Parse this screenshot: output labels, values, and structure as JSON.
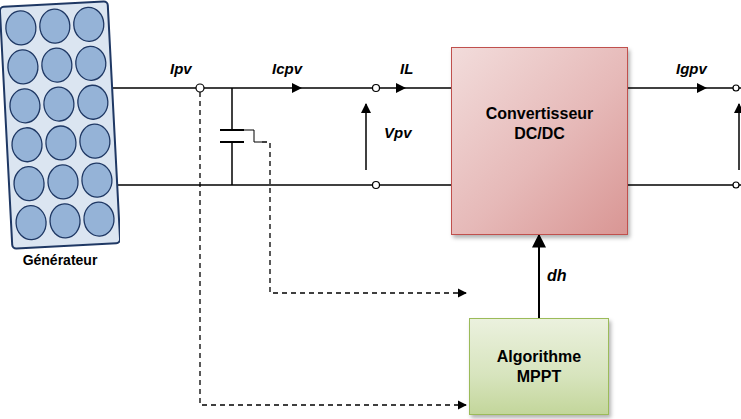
{
  "diagram": {
    "nodes": [
      {
        "text": [
          "Générateur"
        ]
      },
      {
        "text": [
          "Convertisseur DC/DC"
        ]
      },
      {
        "text": [
          "Algorithme MPPT"
        ]
      }
    ],
    "edges": [
      {
        "from": 2,
        "to": 1,
        "arrow": "to",
        "label": "dh"
      }
    ],
    "labels": [
      "Ipv",
      "Icpv",
      "IL",
      "Vpv",
      "Igpv"
    ]
  }
}
